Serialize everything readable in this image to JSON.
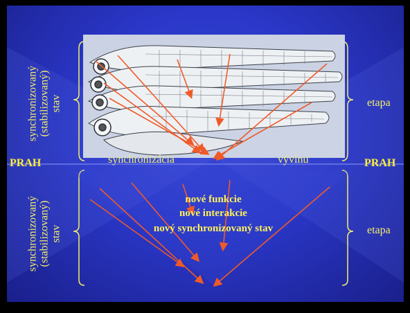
{
  "slide": {
    "upper": {
      "left_label_lines": [
        "synchronizovaný",
        "(stabilizovaný)",
        "stav"
      ],
      "right_label": "etapa",
      "bottom_left": "synchronizácia",
      "bottom_right": "vývinu"
    },
    "threshold": {
      "left": "PRAH",
      "right": "PRAH"
    },
    "lower": {
      "left_label_lines": [
        "synchronizovaný",
        "(stabilizovaný)",
        "stav"
      ],
      "right_label": "etapa",
      "center_lines": [
        "nové funkcie",
        "nové interakcie",
        "nový synchronizovaný stav"
      ]
    },
    "colors": {
      "text": "#f3f06a",
      "arrows": "#f05a28",
      "background": "#2a37c8",
      "brace": "#f3f06a"
    }
  }
}
